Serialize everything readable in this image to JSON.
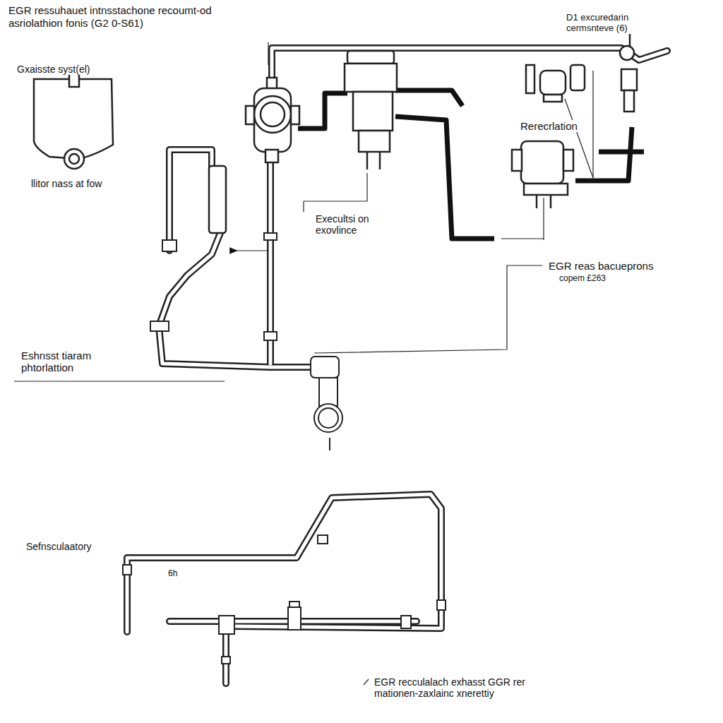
{
  "diagram": {
    "title": "EGR ressuhauet intnsstachone recoumt-od asriolathion fonis (G2 0-S61)",
    "labels": [
      "D1 excuredarin cermsnteve (6)",
      "Gxaisste syst(el)",
      "llitor nass at fow",
      "Rerecrlation",
      "Execultsi on exovlince",
      "EGR reas bacueprons",
      "copem £263",
      "Eshnsst tiaram phtorlattion",
      "Sefnsculaatory",
      "6h",
      "EGR recculalach exhasst GGR rer mationen-zaxlainc xnerettiy"
    ]
  }
}
